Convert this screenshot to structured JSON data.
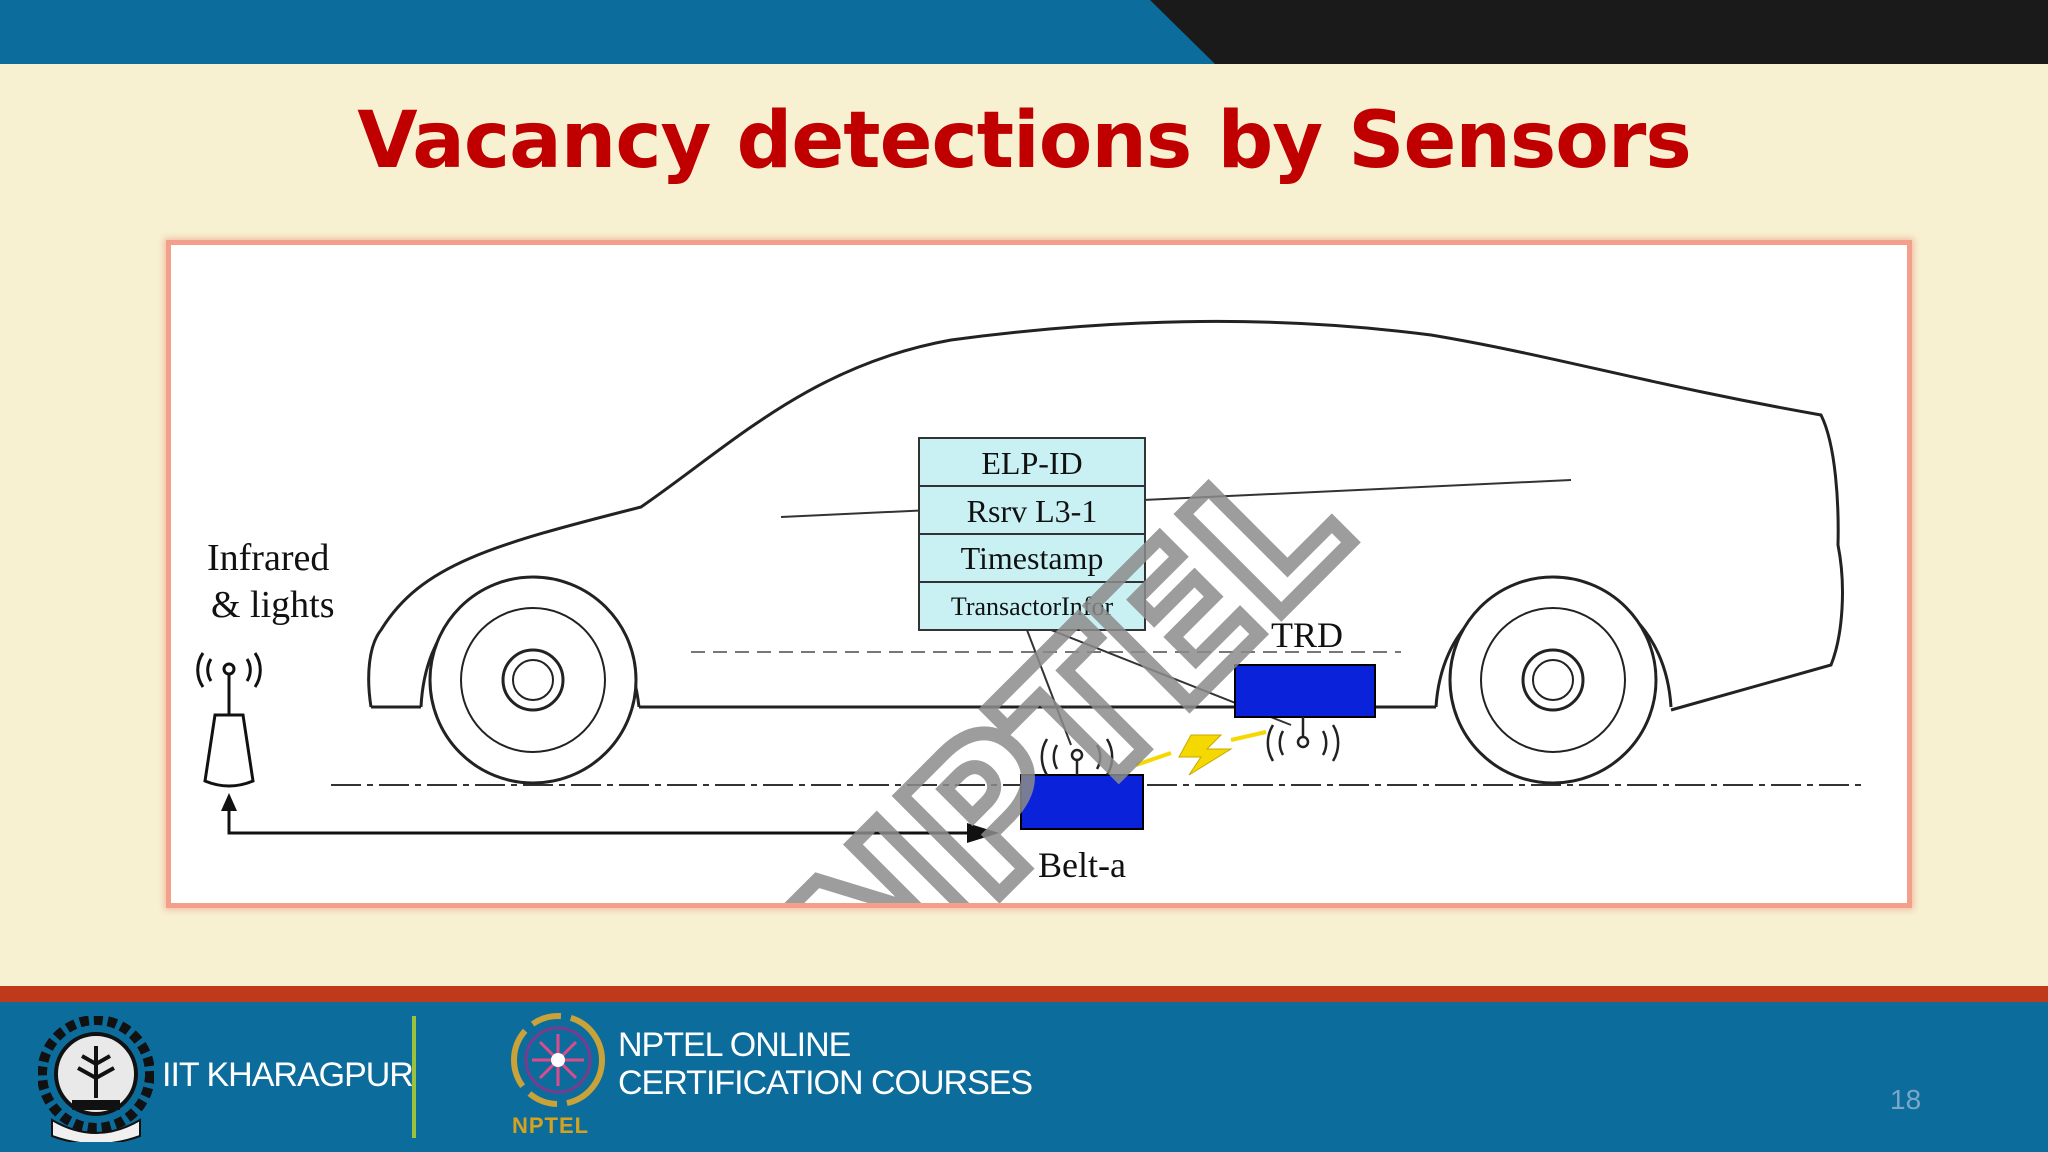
{
  "title": "Vacancy detections by Sensors",
  "diagram": {
    "info_box_rows": [
      "ELP-ID",
      "Rsrv L3-1",
      "Timestamp",
      "TransactorInfor"
    ],
    "labels": {
      "infrared_line1": "Infrared",
      "infrared_line2": "& lights",
      "trd": "TRD",
      "belt": "Belt-a"
    },
    "watermark": "NPTEL"
  },
  "footer": {
    "institute": "IIT KHARAGPUR",
    "course_line1": "NPTEL ONLINE",
    "course_line2": "CERTIFICATION COURSES",
    "nptel_logo_text": "NPTEL",
    "page_number": "18"
  },
  "colors": {
    "title": "#c00000",
    "background": "#f7f1d2",
    "top_band_blue": "#0c6d9c",
    "top_band_black": "#1a1a1a",
    "footer_blue": "#0c6d9c",
    "footer_stripe": "#c0391b",
    "info_box_fill": "#c9f1f4",
    "sensor_blue": "#0a22d9",
    "lightning": "#f5d800"
  }
}
